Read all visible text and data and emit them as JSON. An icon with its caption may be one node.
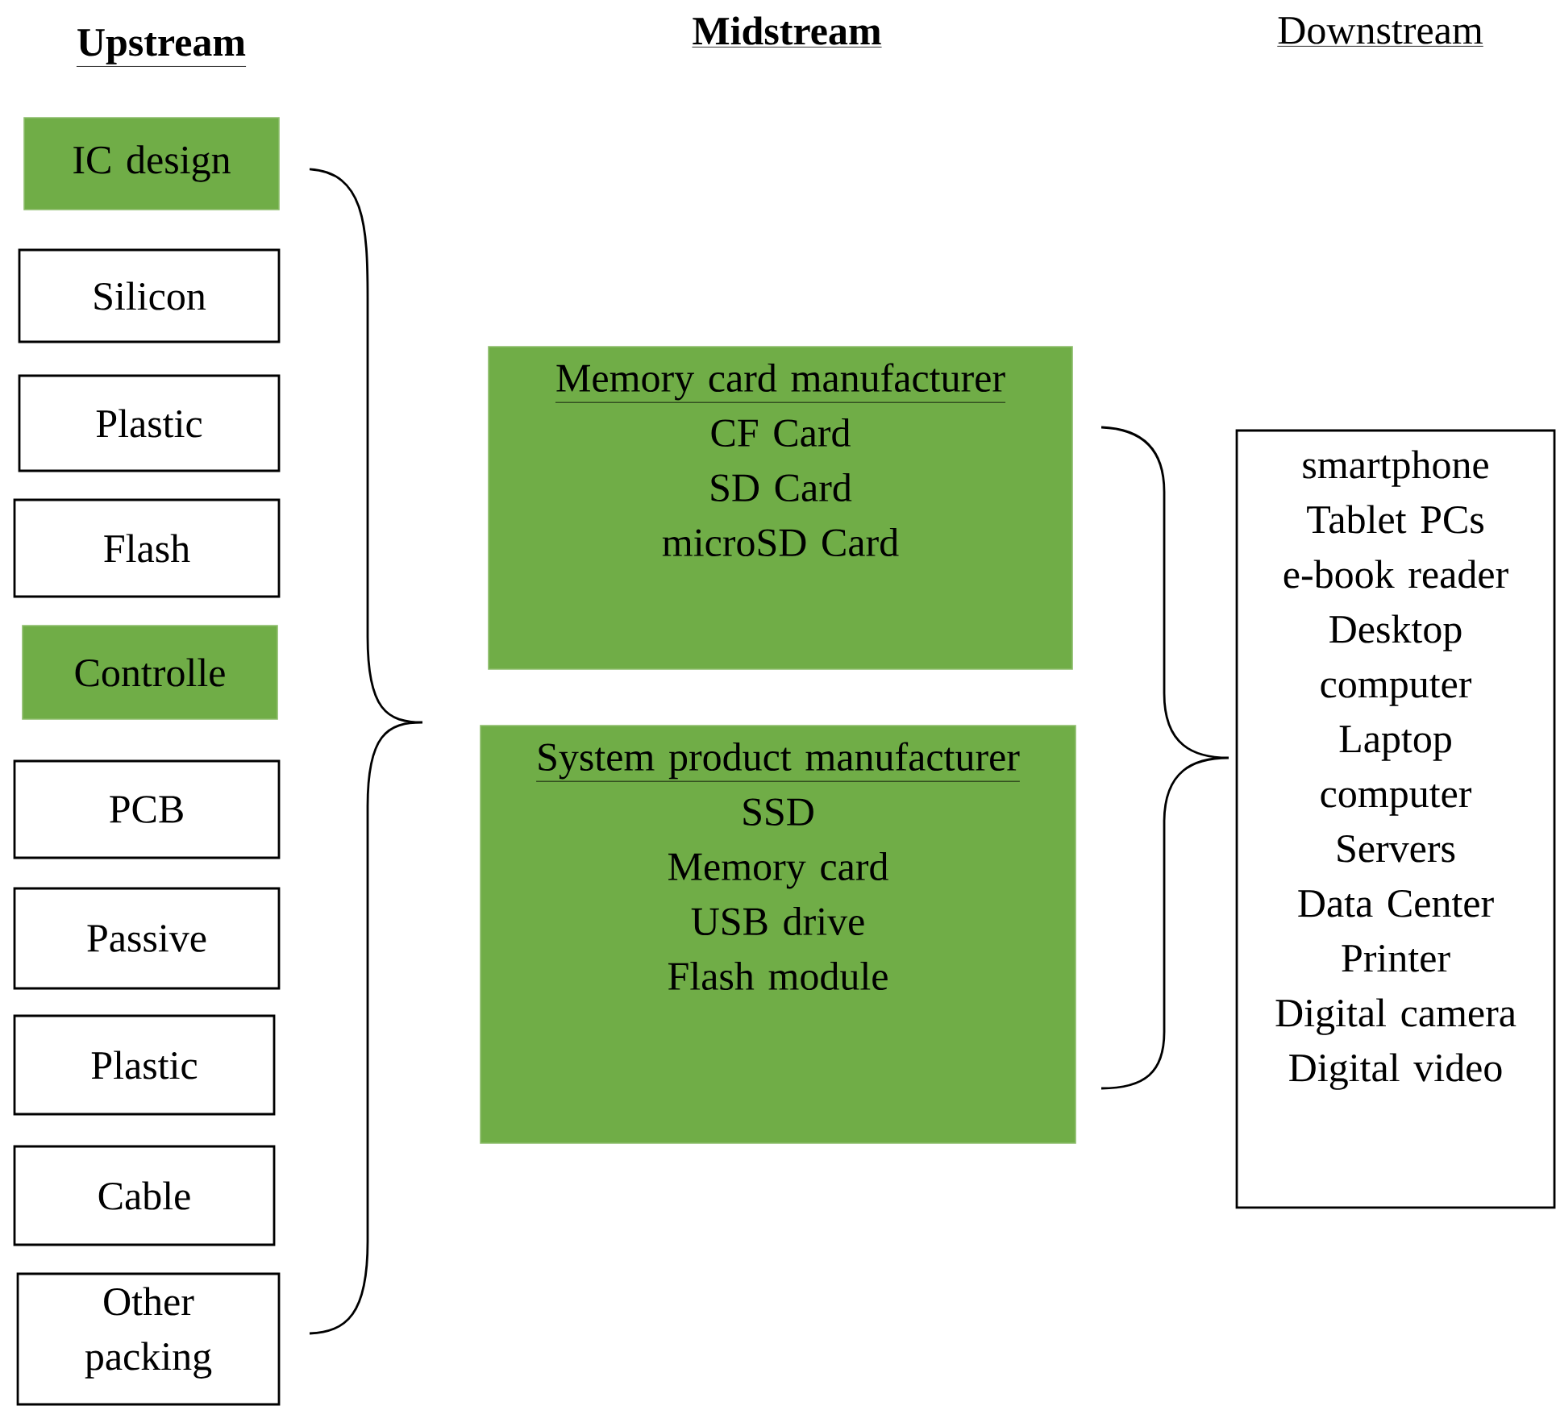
{
  "diagram": {
    "nodes": [
      {
        "text": [
          "IC design"
        ]
      },
      {
        "text": [
          "Silicon"
        ]
      },
      {
        "text": [
          "Plastic"
        ]
      },
      {
        "text": [
          "Flash"
        ]
      },
      {
        "text": [
          "Controlle"
        ]
      },
      {
        "text": [
          "PCB"
        ]
      },
      {
        "text": [
          "Passive"
        ]
      },
      {
        "text": [
          "Plastic"
        ]
      },
      {
        "text": [
          "Cable"
        ]
      },
      {
        "text": [
          "Other packing"
        ]
      },
      {
        "text": [
          "Memory card manufacturer",
          "CF Card",
          "SD Card",
          "microSD Card"
        ]
      },
      {
        "text": [
          "System product manufacturer",
          "SSD",
          "Memory card",
          "USB drive",
          "Flash module"
        ]
      },
      {
        "text": [
          "smartphone",
          "Tablet PCs",
          "e-book reader",
          "Desktop computer",
          "Laptop computer",
          "Servers",
          "Data Center",
          "Printer",
          "Digital camera",
          "Digital video"
        ]
      }
    ],
    "labels": [
      "Upstream",
      "Midstream",
      "Downstream"
    ]
  }
}
